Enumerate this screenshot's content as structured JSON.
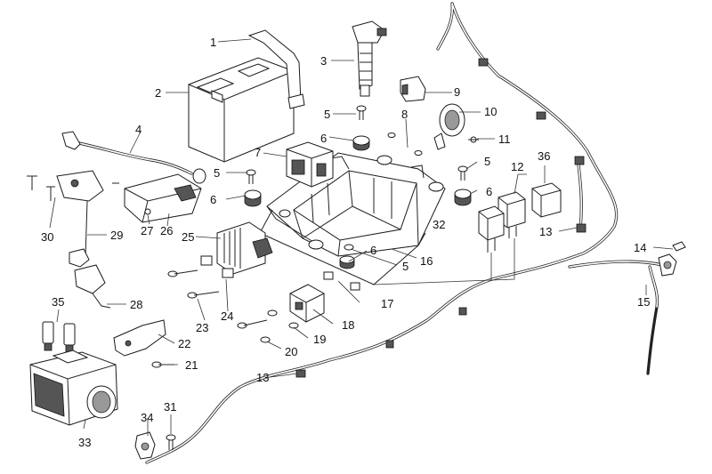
{
  "callouts": [
    {
      "id": "c1",
      "text": "1"
    },
    {
      "id": "c2",
      "text": "2"
    },
    {
      "id": "c3",
      "text": "3"
    },
    {
      "id": "c4",
      "text": "4"
    },
    {
      "id": "c5a",
      "text": "5"
    },
    {
      "id": "c5b",
      "text": "5"
    },
    {
      "id": "c5c",
      "text": "5"
    },
    {
      "id": "c5d",
      "text": "5"
    },
    {
      "id": "c6a",
      "text": "6"
    },
    {
      "id": "c6b",
      "text": "6"
    },
    {
      "id": "c6c",
      "text": "6"
    },
    {
      "id": "c6d",
      "text": "6"
    },
    {
      "id": "c7",
      "text": "7"
    },
    {
      "id": "c8",
      "text": "8"
    },
    {
      "id": "c9",
      "text": "9"
    },
    {
      "id": "c10",
      "text": "10"
    },
    {
      "id": "c11",
      "text": "11"
    },
    {
      "id": "c12",
      "text": "12"
    },
    {
      "id": "c13a",
      "text": "13"
    },
    {
      "id": "c13b",
      "text": "13"
    },
    {
      "id": "c14",
      "text": "14"
    },
    {
      "id": "c15",
      "text": "15"
    },
    {
      "id": "c16",
      "text": "16"
    },
    {
      "id": "c17",
      "text": "17"
    },
    {
      "id": "c18",
      "text": "18"
    },
    {
      "id": "c19",
      "text": "19"
    },
    {
      "id": "c20",
      "text": "20"
    },
    {
      "id": "c21",
      "text": "21"
    },
    {
      "id": "c22",
      "text": "22"
    },
    {
      "id": "c23",
      "text": "23"
    },
    {
      "id": "c24",
      "text": "24"
    },
    {
      "id": "c25",
      "text": "25"
    },
    {
      "id": "c26",
      "text": "26"
    },
    {
      "id": "c27",
      "text": "27"
    },
    {
      "id": "c28",
      "text": "28"
    },
    {
      "id": "c29",
      "text": "29"
    },
    {
      "id": "c30",
      "text": "30"
    },
    {
      "id": "c31",
      "text": "31"
    },
    {
      "id": "c32",
      "text": "32"
    },
    {
      "id": "c33",
      "text": "33"
    },
    {
      "id": "c34",
      "text": "34"
    },
    {
      "id": "c35",
      "text": "35"
    },
    {
      "id": "c36",
      "text": "36"
    }
  ]
}
